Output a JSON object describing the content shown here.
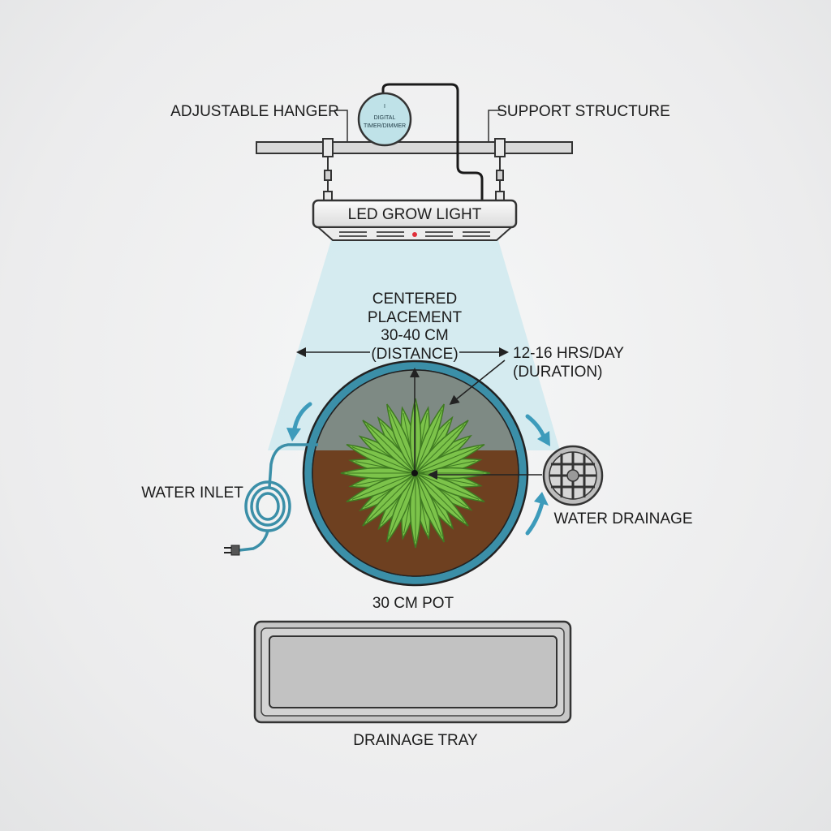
{
  "labels": {
    "adjustable_hanger": "ADJUSTABLE HANGER",
    "support_structure": "SUPPORT STRUCTURE",
    "timer_line1": "DIGITAL",
    "timer_line2": "TIMER/DIMMER",
    "timer_mark": "I",
    "led_grow_light": "LED GROW LIGHT",
    "centered_line1": "CENTERED",
    "centered_line2": "PLACEMENT",
    "distance_line1": "30-40 CM",
    "distance_line2": "(DISTANCE)",
    "duration_line1": "12-16 HRS/DAY",
    "duration_line2": "(DURATION)",
    "water_inlet": "WATER INLET",
    "water_drainage": "WATER DRAINAGE",
    "pot": "30 CM POT",
    "drainage_tray": "DRAINAGE TRAY"
  },
  "colors": {
    "light_cone": "#cfe9ef",
    "pot_rim": "#3b8fa8",
    "soil": "#6e4020",
    "leaf": "#7cc34a",
    "leaf_dark": "#3f7a22",
    "water_hose": "#3b8fa8",
    "arrow": "#3d9bbb",
    "tray": "#c8c8c8",
    "outline": "#333333"
  }
}
